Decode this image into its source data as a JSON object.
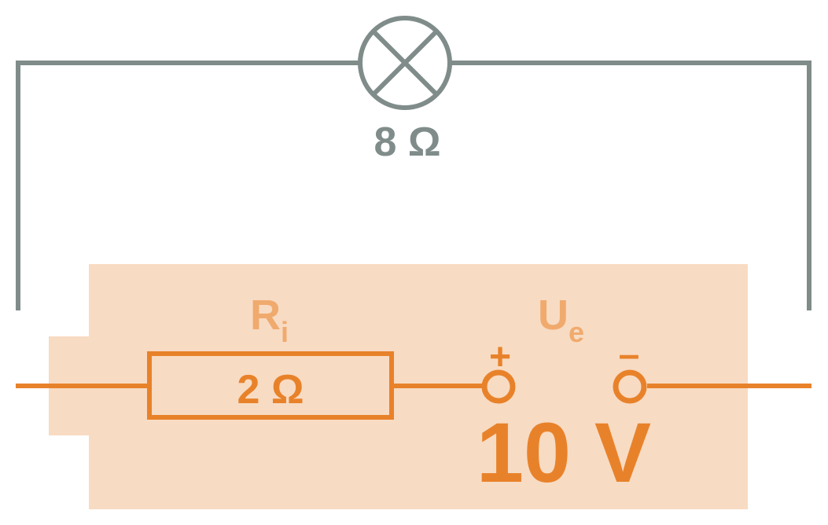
{
  "colors": {
    "wire_grey": "#7f8c8a",
    "orange": "#e8822a",
    "battery_fill": "#f8dbc3",
    "label_light_orange": "#f0aa6e"
  },
  "lamp": {
    "icon": "lamp-symbol",
    "resistance_label": "8 Ω"
  },
  "battery": {
    "internal_resistance": {
      "symbol": "R",
      "subscript": "i",
      "value_label": "2 Ω"
    },
    "emf": {
      "symbol": "U",
      "subscript": "e",
      "value_label": "10 V"
    },
    "terminals": {
      "positive": "+",
      "negative": "–"
    }
  }
}
